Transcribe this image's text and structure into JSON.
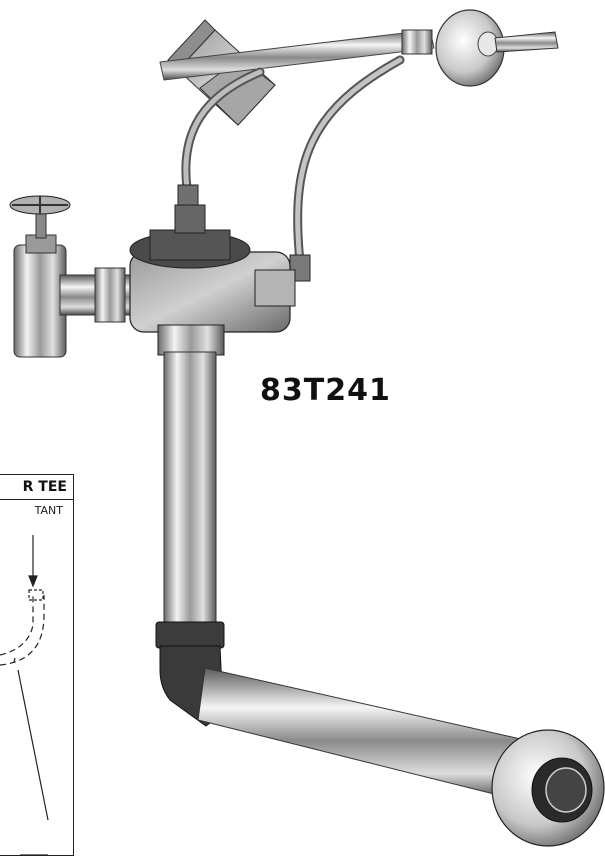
{
  "product": {
    "model_label": "83T241"
  },
  "inset": {
    "header": "R TEE",
    "subheader": "TANT"
  },
  "colors": {
    "chrome_light": "#f2f2f2",
    "chrome_mid": "#b5b5b5",
    "chrome_dark": "#4a4a4a",
    "iron": "#3a3a3a",
    "line": "#222222"
  }
}
